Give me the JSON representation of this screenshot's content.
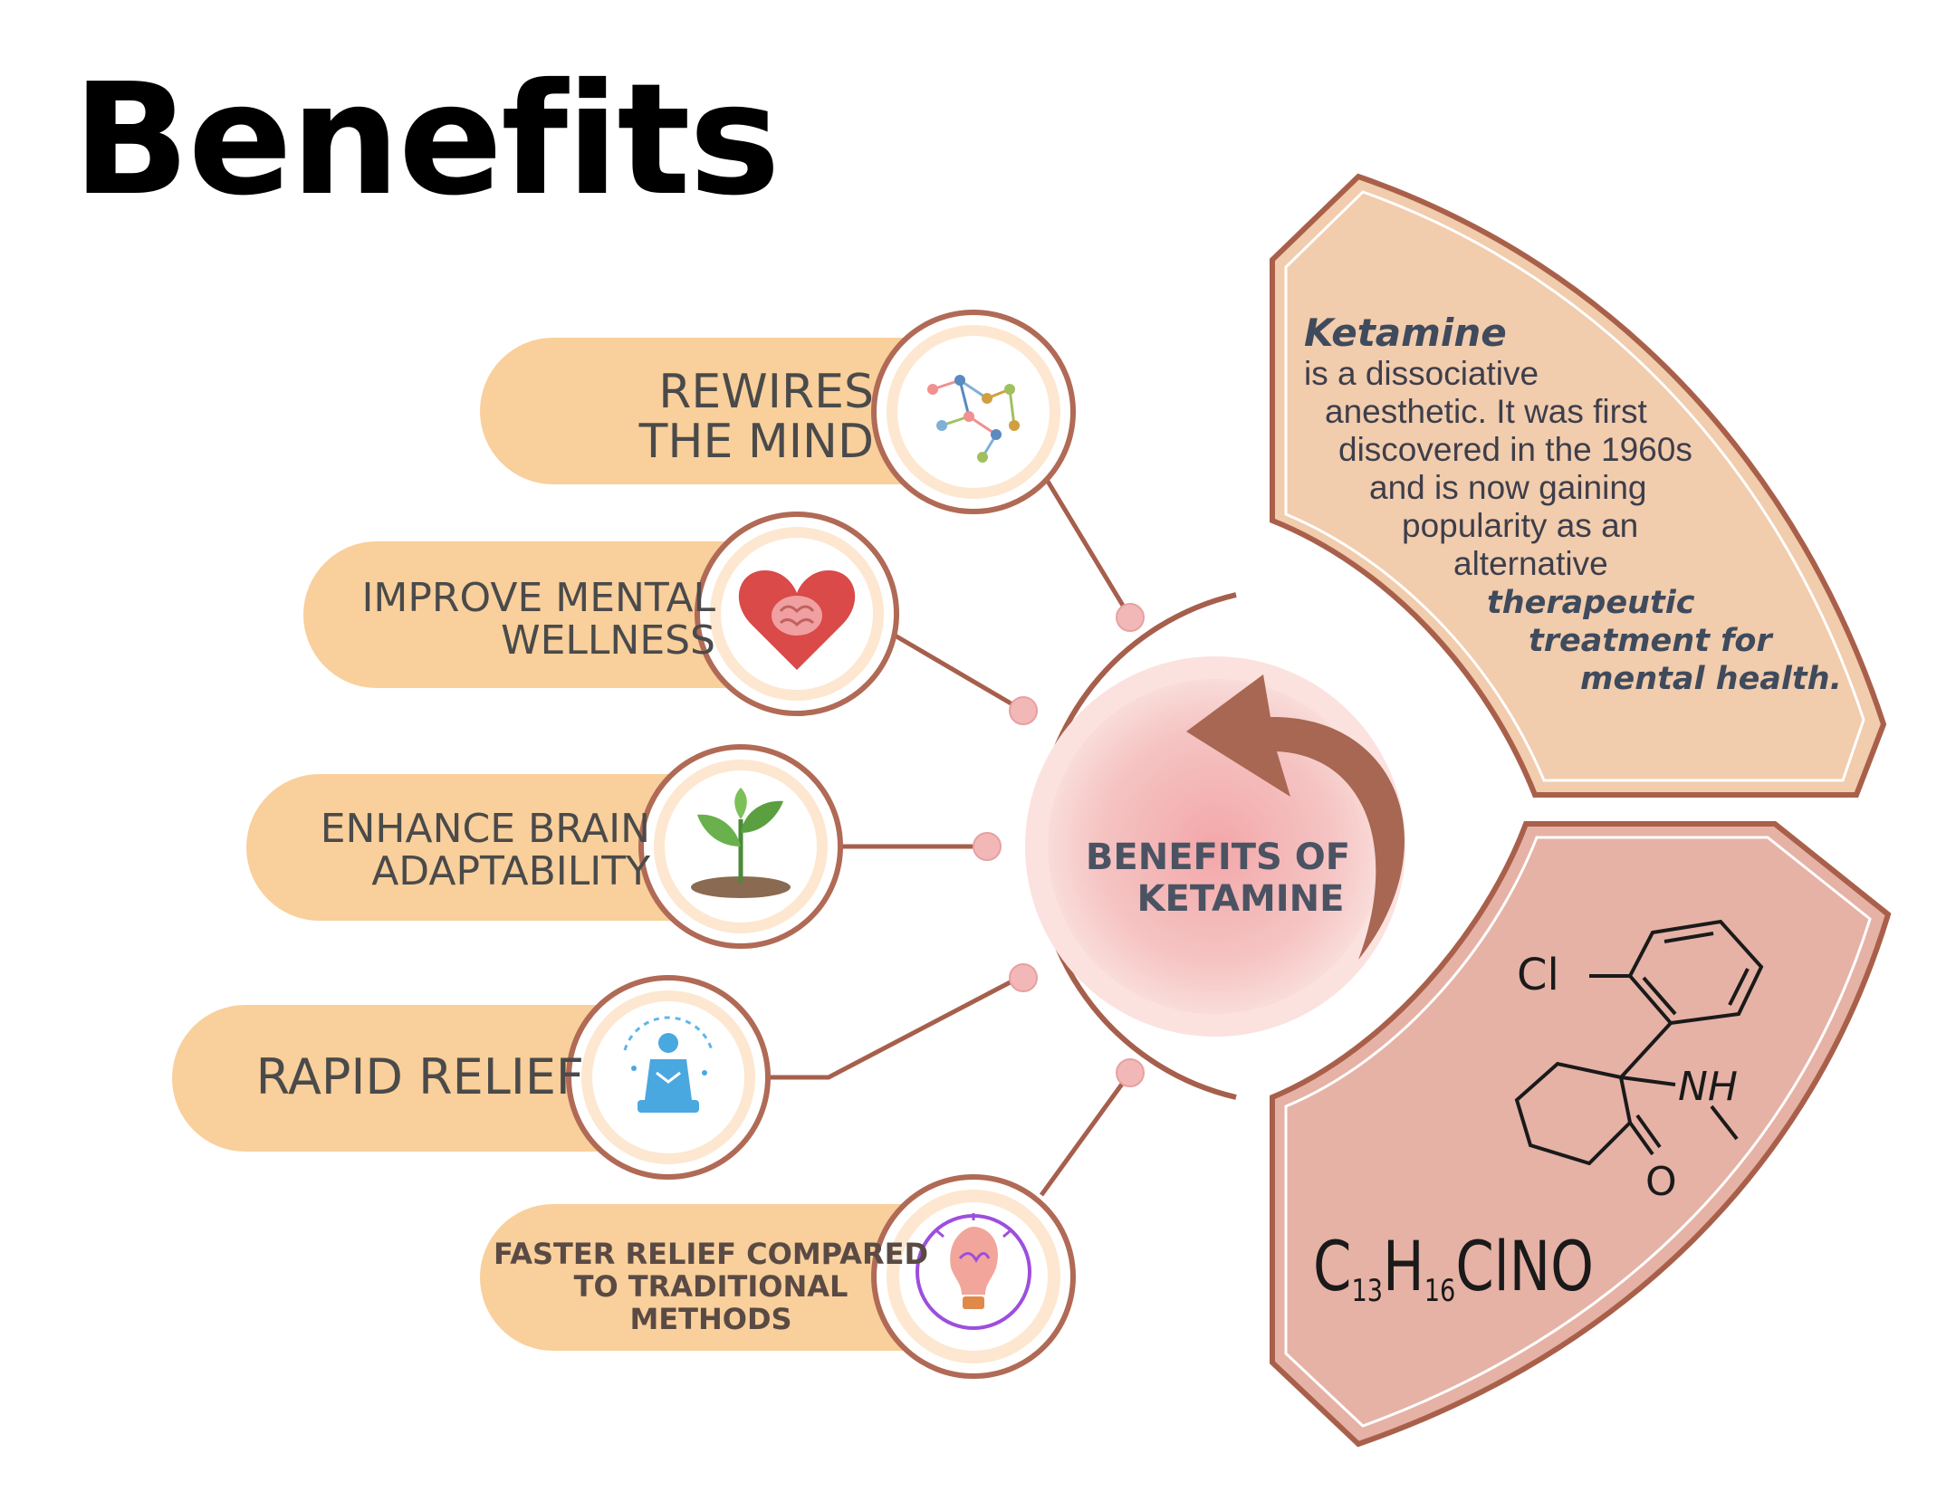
{
  "title": "Benefits",
  "center": {
    "line1": "BENEFITS OF",
    "line2": "KETAMINE"
  },
  "benefits": [
    {
      "lines": [
        "REWIRES",
        "THE MIND"
      ],
      "icon": "brain-network-icon"
    },
    {
      "lines": [
        "IMPROVE MENTAL",
        "WELLNESS"
      ],
      "icon": "heart-brain-icon"
    },
    {
      "lines": [
        "ENHANCE BRAIN",
        "ADAPTABILITY"
      ],
      "icon": "sprout-icon"
    },
    {
      "lines": [
        "RAPID RELIEF"
      ],
      "icon": "meditation-icon"
    },
    {
      "lines": [
        "FASTER RELIEF COMPARED",
        "TO TRADITIONAL",
        "METHODS"
      ],
      "icon": "lightbulb-brain-icon"
    }
  ],
  "info": {
    "heading": "Ketamine",
    "lines": [
      "is a dissociative",
      "anesthetic. It was first",
      "discovered in the 1960s",
      "and is now gaining",
      "popularity as an",
      "alternative"
    ],
    "emphasis": [
      "therapeutic",
      "treatment for",
      "mental health."
    ]
  },
  "molecule": {
    "chlorine": "Cl",
    "amine": "NH",
    "oxygen": "O",
    "formula": [
      "C",
      "13",
      "H",
      "16",
      "ClNO"
    ]
  },
  "colors": {
    "pill": "#f9cf9b",
    "pill_border": "#b06a55",
    "connector": "#a65f4c",
    "node": "#f2b8b8",
    "info_fill": "#f1ccad",
    "info_border": "#a9604b",
    "molecule_fill": "#e6b2a6",
    "center_fill": "#f6c3c2",
    "arrow": "#a86752"
  }
}
